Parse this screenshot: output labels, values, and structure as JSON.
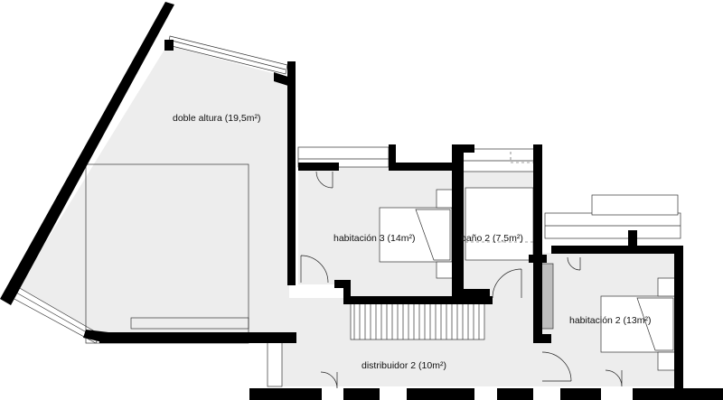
{
  "rooms": [
    {
      "id": "doble-altura",
      "label": "doble altura (19,5m²)"
    },
    {
      "id": "habitacion-3",
      "label": "habitación 3 (14m²)"
    },
    {
      "id": "bano-2",
      "label": "baño 2 (7,5m²)"
    },
    {
      "id": "habitacion-2",
      "label": "habitación 2 (13m²)"
    },
    {
      "id": "distribuidor-2",
      "label": "distribuidor 2 (10m²)"
    }
  ],
  "colors": {
    "wall": "#000000",
    "floor": "#ededed",
    "line": "#333333",
    "background": "#ffffff"
  },
  "icons": [
    "door-swing-icon",
    "bed-icon",
    "toilet-icon",
    "shower-icon",
    "stair-icon",
    "window-icon"
  ]
}
